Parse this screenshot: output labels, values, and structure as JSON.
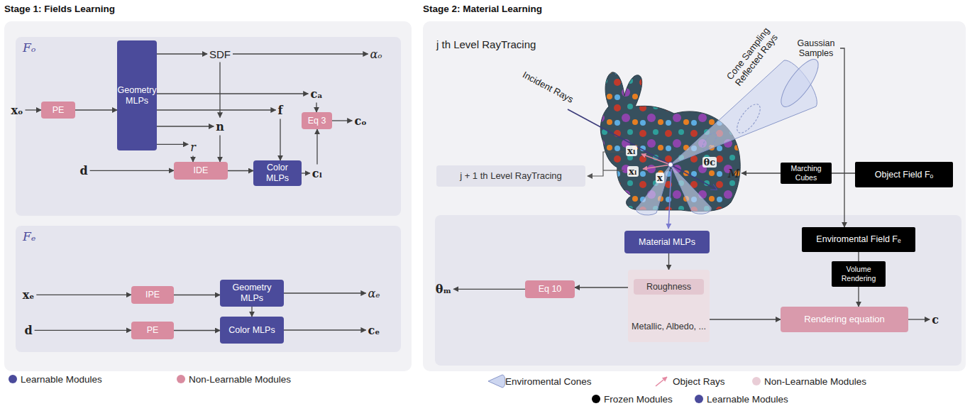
{
  "diagram": {
    "nodes": [
      {
        "text": [
          "Stage 1: Fields Learning"
        ]
      },
      {
        "text": [
          "Fₒ"
        ],
        "in": 0
      },
      {
        "text": [
          "xₒ"
        ],
        "in": 1
      },
      {
        "text": [
          "PE"
        ],
        "in": 1
      },
      {
        "text": [
          "Geometry MLPs"
        ],
        "in": 1
      },
      {
        "text": [
          "SDF"
        ],
        "in": 1
      },
      {
        "text": [
          "αₒ"
        ],
        "in": 1
      },
      {
        "text": [
          "cₐ"
        ],
        "in": 1
      },
      {
        "text": [
          "f"
        ],
        "in": 1
      },
      {
        "text": [
          "n"
        ],
        "in": 1
      },
      {
        "text": [
          "r"
        ],
        "in": 1
      },
      {
        "text": [
          "d"
        ],
        "in": 1
      },
      {
        "text": [
          "IDE"
        ],
        "in": 1
      },
      {
        "text": [
          "Color MLPs"
        ],
        "in": 1
      },
      {
        "text": [
          "Eq 3"
        ],
        "in": 1
      },
      {
        "text": [
          "cₒ"
        ],
        "in": 1
      },
      {
        "text": [
          "cₗ"
        ],
        "in": 1
      },
      {
        "text": [
          "Fₑ"
        ],
        "in": 0
      },
      {
        "text": [
          "xₑ"
        ],
        "in": 17
      },
      {
        "text": [
          "IPE"
        ],
        "in": 17
      },
      {
        "text": [
          "Geometry MLPs"
        ],
        "in": 17
      },
      {
        "text": [
          "αₑ"
        ],
        "in": 17
      },
      {
        "text": [
          "d"
        ],
        "in": 17
      },
      {
        "text": [
          "PE"
        ],
        "in": 17
      },
      {
        "text": [
          "Color MLPs"
        ],
        "in": 17
      },
      {
        "text": [
          "cₑ"
        ],
        "in": 17
      },
      {
        "text": [
          "Stage 2: Material Learning"
        ]
      },
      {
        "text": [
          "Gaussian Samples"
        ],
        "in": 26
      },
      {
        "text": [
          "j + 1 th Level RayTracing"
        ],
        "in": 26
      },
      {
        "text": [
          "M"
        ],
        "in": 26
      },
      {
        "text": [
          "Marching Cubes"
        ],
        "in": 26
      },
      {
        "text": [
          "Object Field Fₒ"
        ],
        "in": 26
      },
      {
        "text": [
          "Material MLPs"
        ],
        "in": 26
      },
      {
        "text": [
          "Enviromental Field Fₑ"
        ],
        "in": 26
      },
      {
        "text": [
          "Volume Rendering"
        ],
        "in": 26
      },
      {
        "text": [
          "Metallic, Albedo, ..."
        ],
        "in": 26
      },
      {
        "text": [
          "Roughness"
        ],
        "in": 35
      },
      {
        "text": [
          "Eq 10"
        ],
        "in": 26
      },
      {
        "text": [
          "θₘ"
        ],
        "in": 26
      },
      {
        "text": [
          "Rendering equation"
        ],
        "in": 26
      },
      {
        "text": [
          "c"
        ],
        "in": 26
      }
    ],
    "edges": [
      {
        "from": 2,
        "to": 3,
        "arrow": "to"
      },
      {
        "from": 3,
        "to": 4,
        "arrow": "to"
      },
      {
        "from": 4,
        "to": 5,
        "arrow": "to"
      },
      {
        "from": 4,
        "to": 7,
        "arrow": "to"
      },
      {
        "from": 4,
        "to": 8,
        "arrow": "to"
      },
      {
        "from": 4,
        "to": 9,
        "arrow": "to"
      },
      {
        "from": 4,
        "to": 10,
        "arrow": "to"
      },
      {
        "from": 5,
        "to": 6,
        "arrow": "to"
      },
      {
        "from": 5,
        "to": 9,
        "arrow": "to"
      },
      {
        "from": 9,
        "to": 12,
        "arrow": "to"
      },
      {
        "from": 10,
        "to": 12,
        "arrow": "to"
      },
      {
        "from": 11,
        "to": 12,
        "arrow": "to"
      },
      {
        "from": 12,
        "to": 13,
        "arrow": "to"
      },
      {
        "from": 8,
        "to": 13,
        "arrow": "to"
      },
      {
        "from": 13,
        "to": 16,
        "arrow": "to"
      },
      {
        "from": 16,
        "to": 14,
        "arrow": "to"
      },
      {
        "from": 7,
        "to": 14,
        "arrow": "to"
      },
      {
        "from": 14,
        "to": 15,
        "arrow": "to"
      },
      {
        "from": 18,
        "to": 19,
        "arrow": "to"
      },
      {
        "from": 19,
        "to": 20,
        "arrow": "to"
      },
      {
        "from": 20,
        "to": 21,
        "arrow": "to"
      },
      {
        "from": 20,
        "to": 24,
        "arrow": "to"
      },
      {
        "from": 22,
        "to": 23,
        "arrow": "to"
      },
      {
        "from": 23,
        "to": 24,
        "arrow": "to"
      },
      {
        "from": 24,
        "to": 25,
        "arrow": "to"
      },
      {
        "from": 27,
        "to": 33,
        "arrow": "to"
      },
      {
        "from": 31,
        "to": 30,
        "arrow": "none"
      },
      {
        "from": 30,
        "to": 29,
        "arrow": "to"
      },
      {
        "from": 32,
        "to": 35,
        "arrow": "to"
      },
      {
        "from": 36,
        "to": 37,
        "arrow": "to"
      },
      {
        "from": 37,
        "to": 38,
        "arrow": "to"
      },
      {
        "from": 33,
        "to": 34,
        "arrow": "none"
      },
      {
        "from": 34,
        "to": 39,
        "arrow": "to"
      },
      {
        "from": 35,
        "to": 39,
        "arrow": "to"
      },
      {
        "from": 39,
        "to": 40,
        "arrow": "to"
      }
    ],
    "labels": [
      "j th Level RayTracing",
      "Incident Rays",
      "Cone Sampling Reflected Rays",
      "θc",
      "x",
      "xₗ",
      "xₗ"
    ],
    "legend": [
      {
        "text": "Learnable Modules",
        "color": "#4b4b9b"
      },
      {
        "text": "Non-Learnable Modules",
        "color": "#d98ca0"
      },
      {
        "text": "Enviromental Cones"
      },
      {
        "text": "Object Rays"
      },
      {
        "text": "Non-Learnable Modules",
        "color": "#e9cdd6"
      },
      {
        "text": "Frozen Modules",
        "color": "#000000"
      },
      {
        "text": "Learnable Modules",
        "color": "#4b4b9b"
      }
    ]
  }
}
